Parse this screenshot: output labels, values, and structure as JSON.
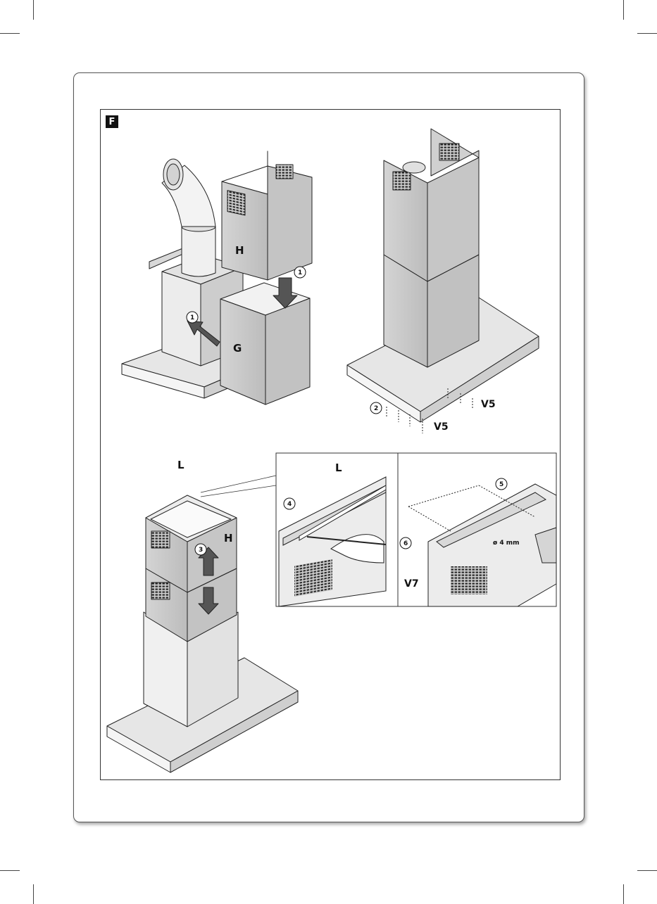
{
  "figure": {
    "badge": "F"
  },
  "labels": {
    "part_h": "H",
    "part_g": "G",
    "part_l": "L",
    "screw_v5": "V5",
    "screw_v7": "V7",
    "drill_size": "ø 4 mm"
  },
  "steps": [
    "1",
    "2",
    "3",
    "4",
    "5",
    "6"
  ]
}
